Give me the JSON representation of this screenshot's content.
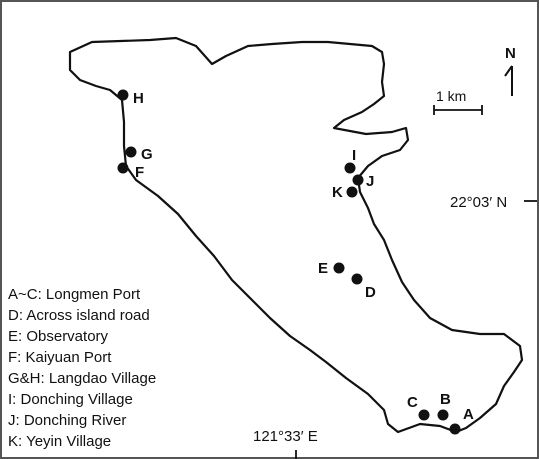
{
  "colors": {
    "ink": "#111111",
    "frame": "#555555",
    "background": "#ffffff"
  },
  "north": {
    "label": "N"
  },
  "scale_bar": {
    "label": "1 km"
  },
  "coordinates": {
    "latitude": "22°03′ N",
    "longitude": "121°33′ E"
  },
  "points": [
    {
      "id": "H",
      "label": "H"
    },
    {
      "id": "G",
      "label": "G"
    },
    {
      "id": "F",
      "label": "F"
    },
    {
      "id": "I",
      "label": "I"
    },
    {
      "id": "J",
      "label": "J"
    },
    {
      "id": "K",
      "label": "K"
    },
    {
      "id": "E",
      "label": "E"
    },
    {
      "id": "D",
      "label": "D"
    },
    {
      "id": "C",
      "label": "C"
    },
    {
      "id": "B",
      "label": "B"
    },
    {
      "id": "A",
      "label": "A"
    }
  ],
  "legend": [
    "A~C: Longmen Port",
    "D: Across island road",
    "E: Observatory",
    "F: Kaiyuan Port",
    "G&H: Langdao Village",
    "I: Donching Village",
    "J: Donching River",
    "K: Yeyin Village"
  ]
}
